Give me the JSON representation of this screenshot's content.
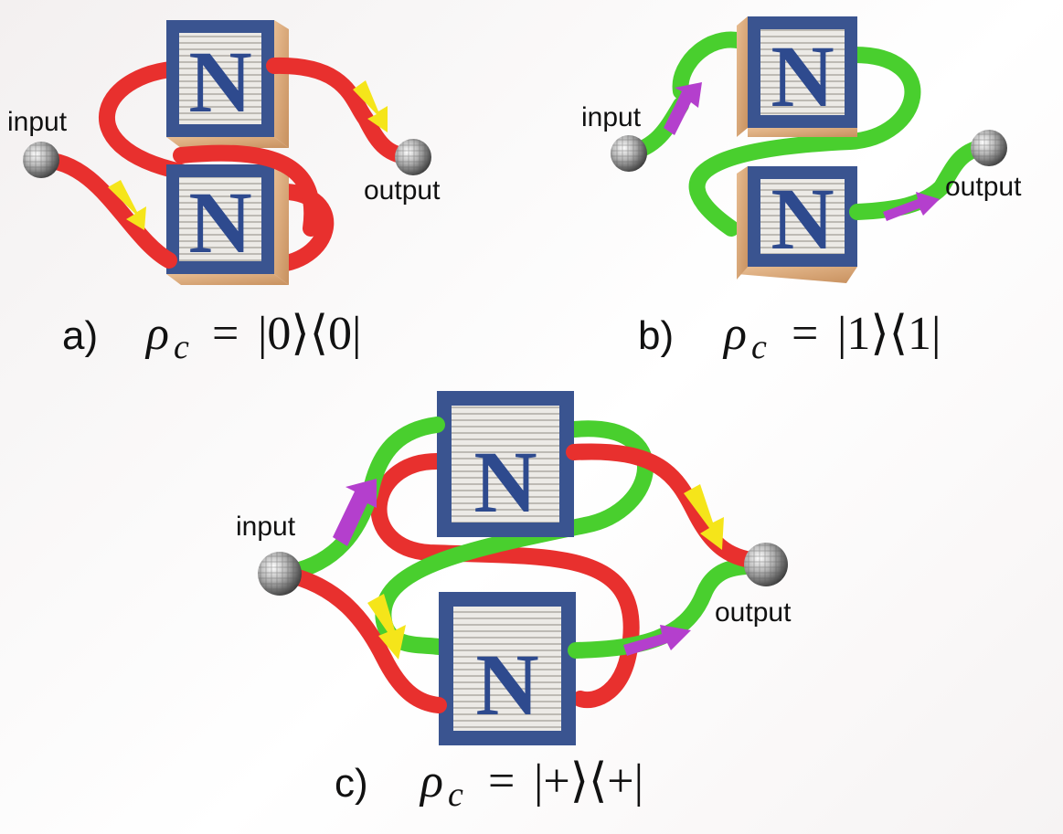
{
  "labels": {
    "input": "input",
    "output": "output",
    "block_letter": "N"
  },
  "panels": [
    {
      "caption": "a)",
      "rho": "ρ",
      "sub": "c",
      "equals": "=",
      "state": "|0⟩⟨0|"
    },
    {
      "caption": "b)",
      "rho": "ρ",
      "sub": "c",
      "equals": "=",
      "state": "|1⟩⟨1|"
    },
    {
      "caption": "c)",
      "rho": "ρ",
      "sub": "c",
      "equals": "=",
      "state": "|+⟩⟨+|"
    }
  ],
  "colors": {
    "red_path": "#e8302e",
    "green_path": "#49cf2e",
    "yellow_arrow": "#f5e51a",
    "magenta_arrow": "#b43fcd",
    "block_border": "#3a5490",
    "block_side": "#d9a67a",
    "letter": "#2e4a8e"
  },
  "icons": {
    "port": "sphere-icon",
    "arrow": "arrow-icon"
  }
}
